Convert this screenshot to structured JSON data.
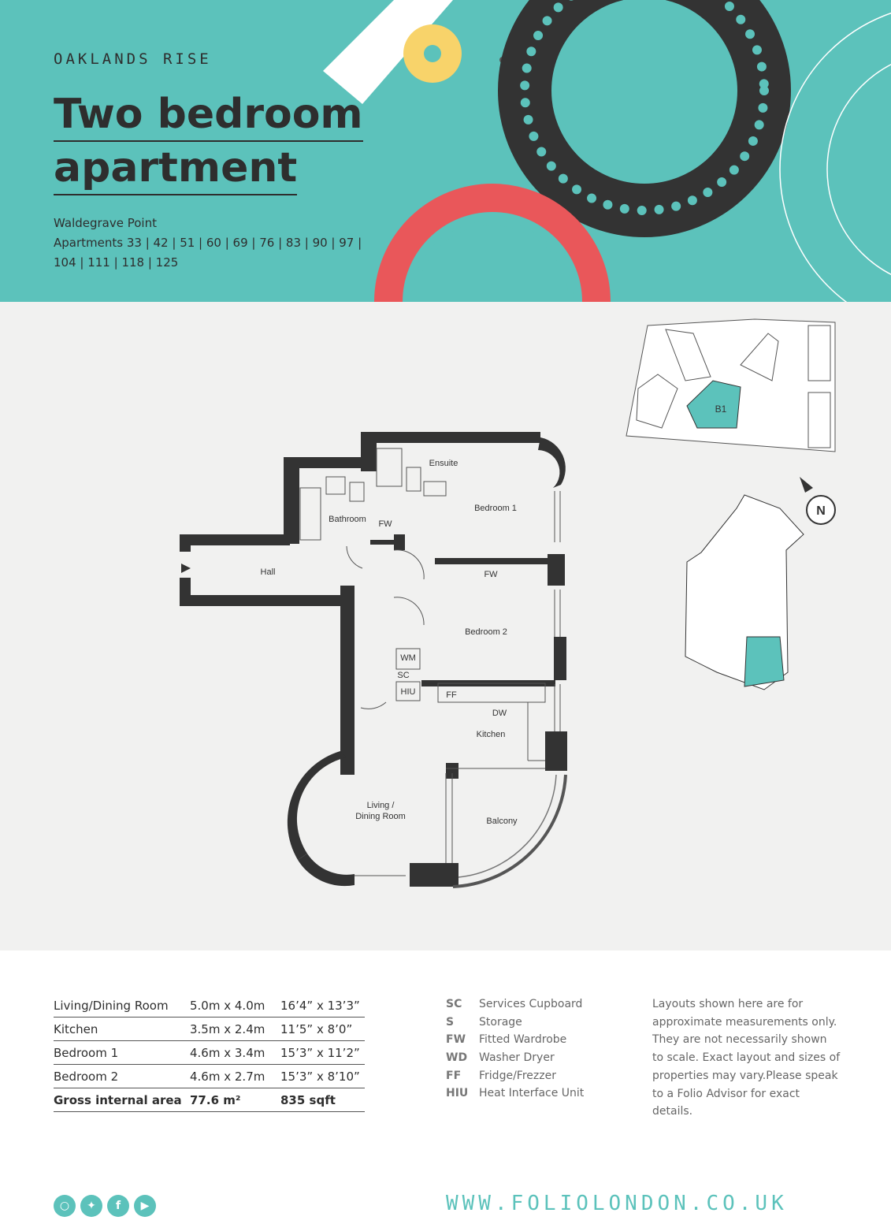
{
  "header": {
    "development": "OAKLANDS RISE",
    "title_line1": "Two bedroom",
    "title_line2": "apartment",
    "building": "Waldegrave Point",
    "apartments_line1": "Apartments 33 | 42 | 51 | 60 | 69 |  76 | 83 | 90 | 97 |",
    "apartments_line2": "104 | 111 | 118 | 125"
  },
  "plan": {
    "rooms": {
      "ensuite": "Ensuite",
      "bedroom1": "Bedroom 1",
      "bathroom": "Bathroom",
      "fw1": "FW",
      "hall": "Hall",
      "fw2": "FW",
      "bedroom2": "Bedroom 2",
      "wm": "WM",
      "sc": "SC",
      "hiu": "HIU",
      "ff": "FF",
      "dw": "DW",
      "kitchen": "Kitchen",
      "living_line1": "Living /",
      "living_line2": "Dining Room",
      "balcony": "Balcony"
    },
    "site_label": "B1",
    "north": "N"
  },
  "areas": [
    {
      "room": "Living/Dining Room",
      "metric": "5.0m x 4.0m",
      "imperial": "16’4” x 13’3”"
    },
    {
      "room": "Kitchen",
      "metric": "3.5m x 2.4m",
      "imperial": "11’5” x 8’0”"
    },
    {
      "room": "Bedroom 1",
      "metric": "4.6m x 3.4m",
      "imperial": "15’3” x 11’2”"
    },
    {
      "room": "Bedroom 2",
      "metric": "4.6m x 2.7m",
      "imperial": "15’3” x 8’10”"
    }
  ],
  "total": {
    "label": "Gross internal area",
    "metric": "77.6 m²",
    "imperial": "835 sqft"
  },
  "legend": [
    {
      "abbr": "SC",
      "text": "Services Cupboard"
    },
    {
      "abbr": "S",
      "text": "Storage"
    },
    {
      "abbr": "FW",
      "text": "Fitted Wardrobe"
    },
    {
      "abbr": "WD",
      "text": "Washer Dryer"
    },
    {
      "abbr": "FF",
      "text": "Fridge/Frezzer"
    },
    {
      "abbr": "HIU",
      "text": "Heat Interface Unit"
    }
  ],
  "note": "Layouts shown here are for approximate measurements only. They are not necessarily shown to scale. Exact layout and sizes of properties may vary.Please speak to a Folio Advisor for exact details.",
  "footer": {
    "social": [
      "instagram-icon",
      "twitter-icon",
      "facebook-icon",
      "youtube-icon"
    ],
    "url": "WWW.FOLIOLONDON.CO.UK"
  },
  "colors": {
    "teal": "#5cc2bb",
    "dark": "#333333",
    "red": "#e9575a",
    "yellow": "#f8d36a"
  }
}
